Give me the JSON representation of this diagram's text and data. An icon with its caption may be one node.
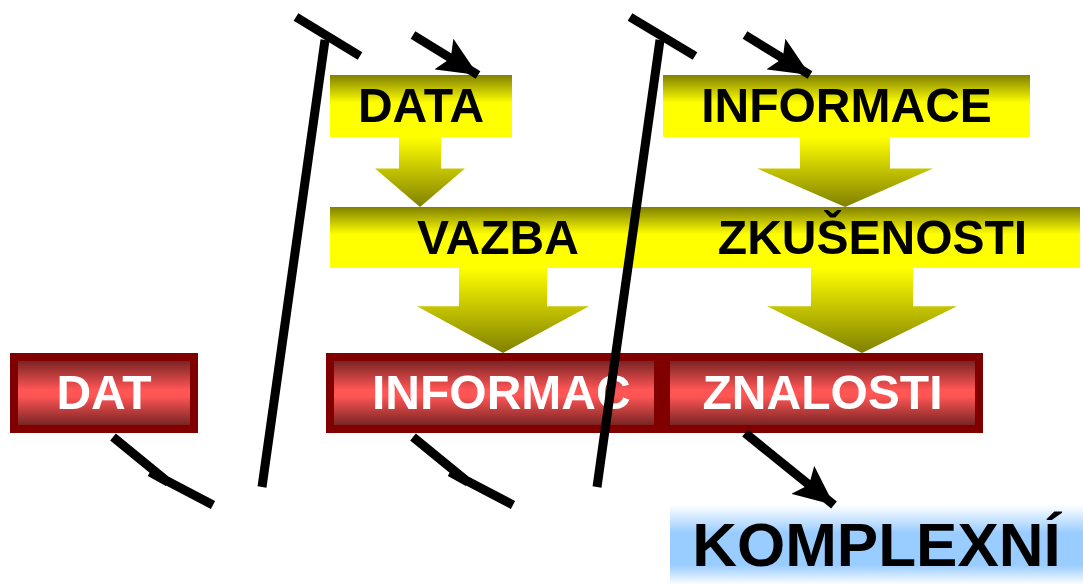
{
  "diagram": {
    "nodes": [
      {
        "text": [
          "DATA"
        ]
      },
      {
        "text": [
          "INFORMACE"
        ]
      },
      {
        "text": [
          "VAZBA"
        ]
      },
      {
        "text": [
          "ZKUŠENOSTI"
        ]
      },
      {
        "text": [
          "DAT"
        ]
      },
      {
        "text": [
          "INFORMAC"
        ]
      },
      {
        "text": [
          "ZNALOSTI"
        ]
      },
      {
        "text": [
          "KOMPLEXNÍ"
        ]
      }
    ],
    "edges": [
      {
        "from": null,
        "to": 0,
        "arrow": "to"
      },
      {
        "from": null,
        "to": 1,
        "arrow": "to"
      },
      {
        "from": 0,
        "to": 2,
        "arrow": "to",
        "style": "thick",
        "color": "#808000"
      },
      {
        "from": 1,
        "to": 3,
        "arrow": "to",
        "style": "thick",
        "color": "#808000"
      },
      {
        "from": 2,
        "to": 5,
        "arrow": "to",
        "style": "thick",
        "color": "#808000"
      },
      {
        "from": 3,
        "to": 6,
        "arrow": "to",
        "style": "thick",
        "color": "#808000"
      },
      {
        "from": 4,
        "to": null,
        "arrow": "none"
      },
      {
        "from": 5,
        "to": null,
        "arrow": "none"
      },
      {
        "from": 6,
        "to": 7,
        "arrow": "to"
      }
    ]
  }
}
